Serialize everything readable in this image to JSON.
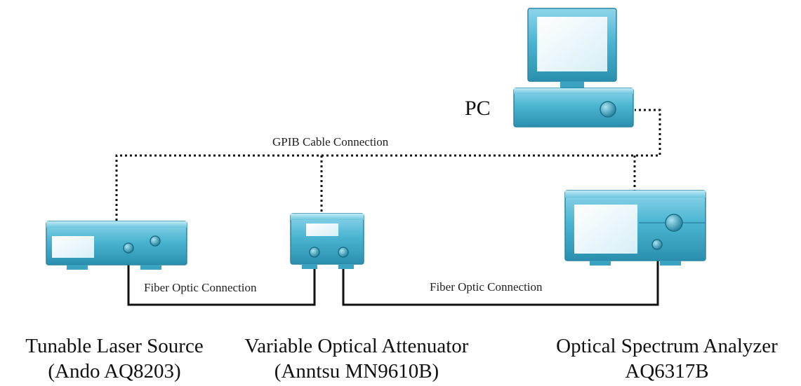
{
  "labels": {
    "pc": "PC",
    "gpib_connection": "GPIB Cable Connection",
    "fiber_connection_1": "Fiber Optic Connection",
    "fiber_connection_2": "Fiber Optic Connection"
  },
  "devices": {
    "laser": {
      "name": "Tunable Laser Source",
      "model": "(Ando AQ8203)"
    },
    "attenuator": {
      "name": "Variable Optical Attenuator",
      "model": "(Anntsu MN9610B)"
    },
    "analyzer": {
      "name": "Optical Spectrum Analyzer",
      "model": "AQ6317B"
    }
  },
  "colors": {
    "device_body": "#4ab3cf",
    "device_dark": "#2e8aa6",
    "screen": "#e8f6fb",
    "cable": "#111111"
  }
}
